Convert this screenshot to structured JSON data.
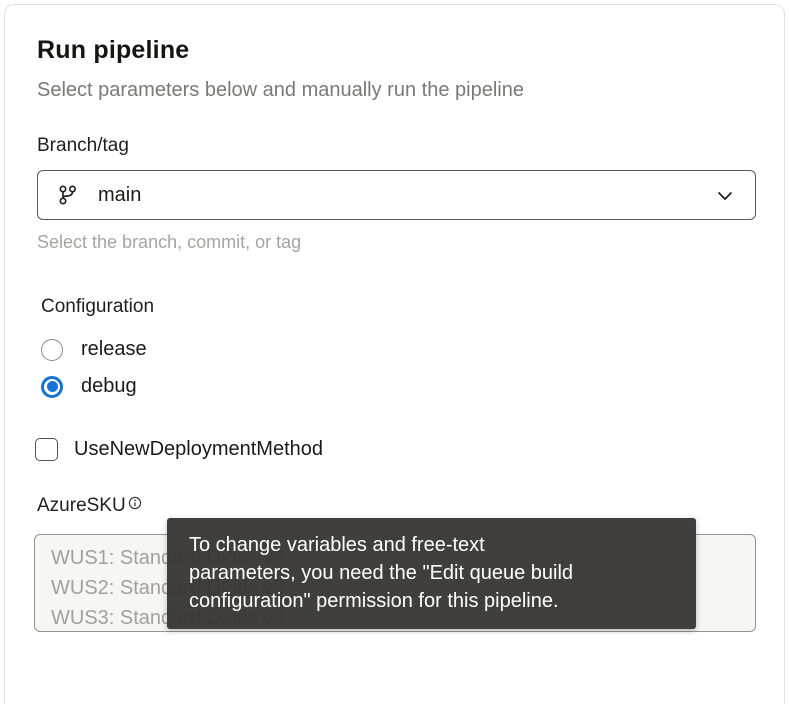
{
  "colors": {
    "accent": "#1873d4",
    "tooltip_background": "#363534",
    "sku_box_background": "#f6f6f5",
    "muted_text": "#a6a4a2"
  },
  "header": {
    "title": "Run pipeline",
    "subtitle": "Select parameters below and manually run the pipeline"
  },
  "branch": {
    "label": "Branch/tag",
    "value": "main",
    "helper": "Select the branch, commit, or tag"
  },
  "configuration": {
    "label": "Configuration",
    "options": [
      {
        "label": "release",
        "selected": false
      },
      {
        "label": "debug",
        "selected": true
      }
    ]
  },
  "deployment_checkbox": {
    "label": "UseNewDeploymentMethod",
    "checked": false
  },
  "azure_sku": {
    "label": "AzureSKU",
    "lines": [
      "WUS1: Standard D2lds v3",
      "WUS2: Standard D2lds v3",
      "WUS3: Standard D2lds v3"
    ]
  },
  "tooltip": {
    "lines": [
      "To change variables and free-text",
      "parameters, you need the \"Edit queue build",
      "configuration\" permission for this pipeline."
    ]
  }
}
